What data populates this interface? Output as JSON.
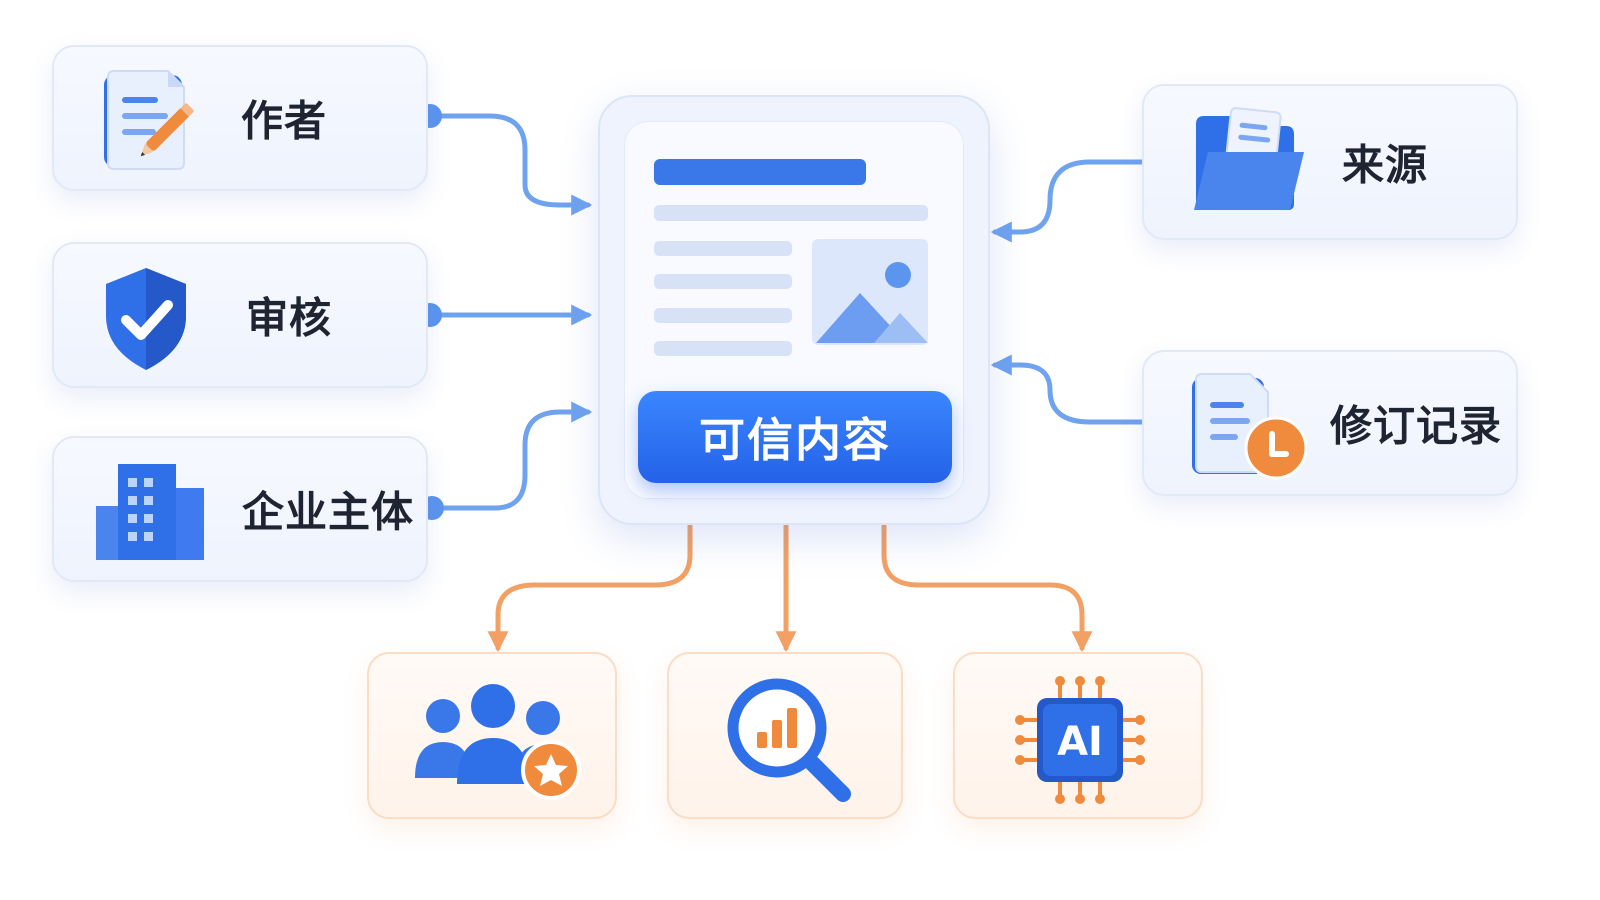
{
  "inputs_left": [
    {
      "label": "作者",
      "icon": "document-edit-icon"
    },
    {
      "label": "审核",
      "icon": "shield-check-icon"
    },
    {
      "label": "企业主体",
      "icon": "buildings-icon"
    }
  ],
  "inputs_right": [
    {
      "label": "来源",
      "icon": "folder-documents-icon"
    },
    {
      "label": "修订记录",
      "icon": "document-clock-icon"
    }
  ],
  "center": {
    "label": "可信内容",
    "icon": "article-document-icon"
  },
  "outputs": [
    {
      "icon": "users-star-icon"
    },
    {
      "icon": "search-chart-icon"
    },
    {
      "icon": "ai-chip-icon",
      "chip_text": "AI"
    }
  ],
  "colors": {
    "primary": "#2f6fe8",
    "accent": "#f08a3c",
    "connector_in": "#6fa3ef",
    "connector_out": "#f3a064",
    "text": "#1f2433"
  }
}
